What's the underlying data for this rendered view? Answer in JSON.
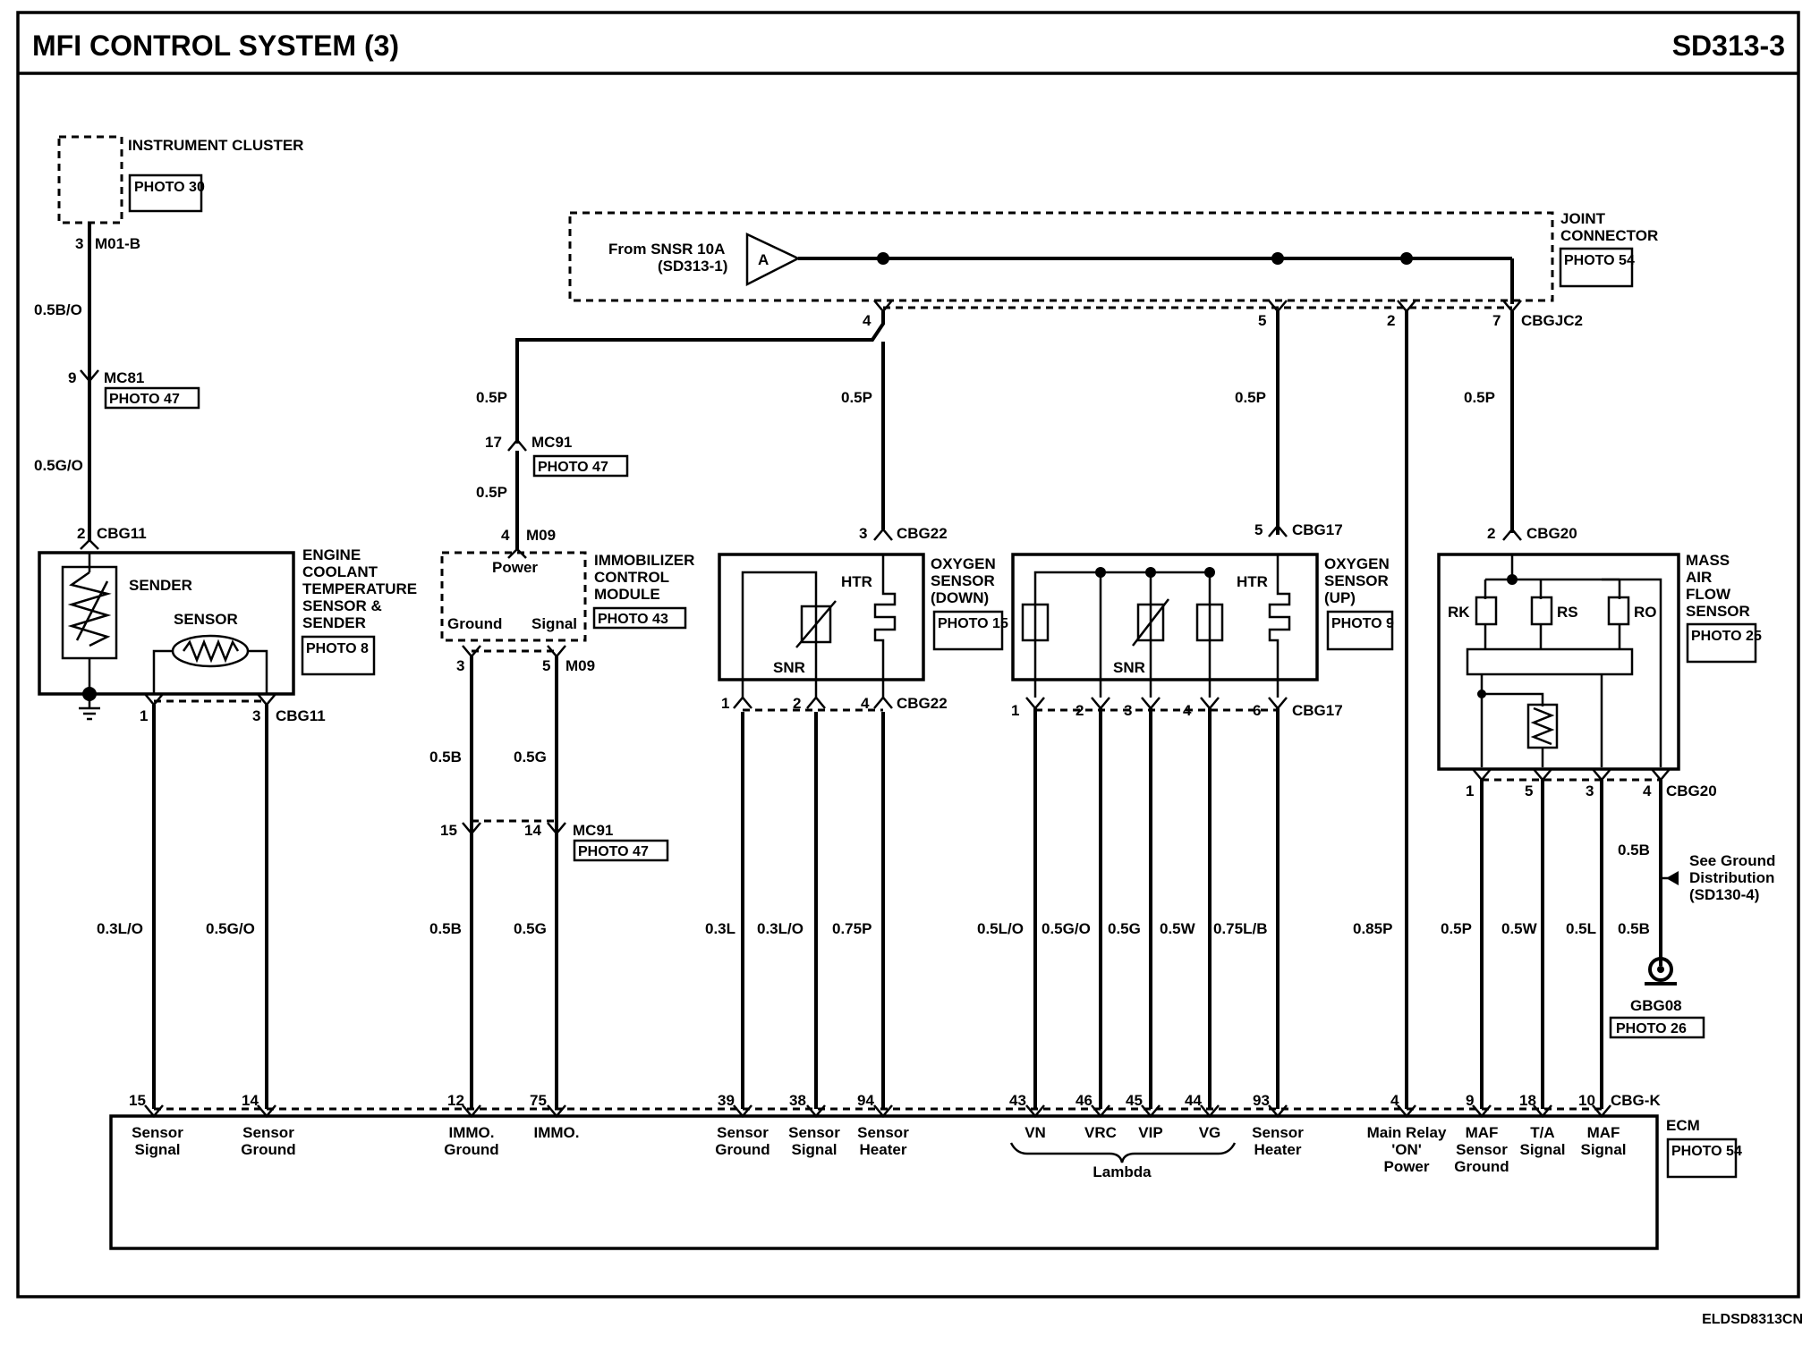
{
  "header": {
    "title": "MFI CONTROL SYSTEM (3)",
    "page_code": "SD313-3"
  },
  "footer_code": "ELDSD8313CN",
  "instrument_cluster": {
    "name": "INSTRUMENT CLUSTER",
    "photo": "PHOTO 30",
    "pin": "3",
    "connector": "M01-B"
  },
  "wire_labels": {
    "w1": "0.5B/O",
    "w2": "0.5G/O",
    "w3": "0.5P",
    "w4": "0.5P",
    "w5": "0.5P",
    "w6": "0.5P",
    "w7": "0.5P",
    "w8": "0.5B",
    "w9": "0.5G",
    "w10": "0.5B",
    "w11": "0.5G",
    "w12": "0.3L/O",
    "w13": "0.5G/O",
    "w14": "0.3L",
    "w15": "0.3L/O",
    "w16": "0.75P",
    "w17": "0.5L/O",
    "w18": "0.5G/O",
    "w19": "0.5G",
    "w20": "0.5W",
    "w21": "0.75L/B",
    "w22": "0.85P",
    "w23": "0.5P",
    "w24": "0.5W",
    "w25": "0.5L",
    "w26": "0.5B",
    "w27": "0.5B"
  },
  "mc81": {
    "pin": "9",
    "name": "MC81",
    "photo": "PHOTO 47"
  },
  "ect": {
    "name1": "ENGINE",
    "name2": "COOLANT",
    "name3": "TEMPERATURE",
    "name4": "SENSOR &",
    "name5": "SENDER",
    "photo": "PHOTO 8",
    "sender": "SENDER",
    "sensor": "SENSOR",
    "pin_top": "2",
    "conn_top": "CBG11",
    "pin1": "1",
    "pin3": "3",
    "conn_bot": "CBG11"
  },
  "mc91": {
    "pin17": "17",
    "name": "MC91",
    "photo": "PHOTO 47",
    "pin15": "15",
    "pin14": "14",
    "name2": "MC91",
    "photo2": "PHOTO 47"
  },
  "immo": {
    "pin": "4",
    "conn": "M09",
    "power": "Power",
    "name1": "IMMOBILIZER",
    "name2": "CONTROL",
    "name3": "MODULE",
    "photo": "PHOTO 43",
    "ground": "Ground",
    "signal": "Signal",
    "pin3": "3",
    "pin5": "5",
    "conn2": "M09"
  },
  "joint": {
    "from1": "From SNSR 10A",
    "from2": "(SD313-1)",
    "ref": "A",
    "name1": "JOINT",
    "name2": "CONNECTOR",
    "photo": "PHOTO 54",
    "pin4": "4",
    "pin5": "5",
    "pin2": "2",
    "pin7": "7",
    "conn": "CBGJC2"
  },
  "o2_down": {
    "name1": "OXYGEN",
    "name2": "SENSOR",
    "name3": "(DOWN)",
    "photo": "PHOTO 15",
    "htr": "HTR",
    "snr": "SNR",
    "pin_top": "3",
    "conn_top": "CBG22",
    "pin1": "1",
    "pin2": "2",
    "pin4": "4",
    "conn_bot": "CBG22"
  },
  "o2_up": {
    "name1": "OXYGEN",
    "name2": "SENSOR",
    "name3": "(UP)",
    "photo": "PHOTO 9",
    "htr": "HTR",
    "snr": "SNR",
    "pin_top": "5",
    "conn_top": "CBG17",
    "pin1": "1",
    "pin2": "2",
    "pin3": "3",
    "pin4": "4",
    "pin6": "6",
    "conn_bot": "CBG17"
  },
  "maf": {
    "name1": "MASS",
    "name2": "AIR",
    "name3": "FLOW",
    "name4": "SENSOR",
    "photo": "PHOTO 25",
    "rk": "RK",
    "rs": "RS",
    "ro": "RO",
    "pin_top": "2",
    "conn_top": "CBG20",
    "pin1": "1",
    "pin5": "5",
    "pin3": "3",
    "pin4": "4",
    "conn_bot": "CBG20"
  },
  "ground": {
    "see1": "See Ground",
    "see2": "Distribution",
    "see3": "(SD130-4)",
    "name": "GBG08",
    "photo": "PHOTO 26"
  },
  "ecm": {
    "name": "ECM",
    "photo": "PHOTO 54",
    "conn": "CBG-K",
    "lambda": "Lambda",
    "pins": [
      "15",
      "14",
      "12",
      "75",
      "39",
      "38",
      "94",
      "43",
      "46",
      "45",
      "44",
      "93",
      "4",
      "9",
      "18",
      "10"
    ],
    "labels": {
      "s15a": "Sensor",
      "s15b": "Signal",
      "s14a": "Sensor",
      "s14b": "Ground",
      "s12a": "IMMO.",
      "s12b": "Ground",
      "s75a": "IMMO.",
      "s39a": "Sensor",
      "s39b": "Ground",
      "s38a": "Sensor",
      "s38b": "Signal",
      "s94a": "Sensor",
      "s94b": "Heater",
      "vn": "VN",
      "vrc": "VRC",
      "vip": "VIP",
      "vg": "VG",
      "s93a": "Sensor",
      "s93b": "Heater",
      "s4a": "Main Relay",
      "s4b": "'ON'",
      "s4c": "Power",
      "s9a": "MAF",
      "s9b": "Sensor",
      "s9c": "Ground",
      "s18a": "T/A",
      "s18b": "Signal",
      "s10a": "MAF",
      "s10b": "Signal"
    }
  }
}
